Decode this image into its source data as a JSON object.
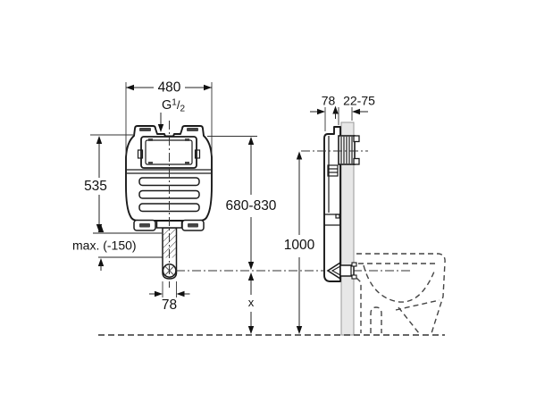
{
  "drawing": {
    "front": {
      "dim_width": "480",
      "inlet": {
        "prefix": "G",
        "numerator": "1",
        "slash": "/",
        "denominator": "2"
      },
      "dim_height": "535",
      "dim_max_cut": "max. (-150)",
      "dim_outlet_width": "78",
      "dim_install_height": "680-830",
      "dim_outlet_height": "x"
    },
    "side": {
      "dim_depth": "78",
      "dim_wall": "22-75",
      "dim_height": "1000"
    },
    "colors": {
      "line": "#1a1a1a",
      "wall_fill": "#e7e7e7",
      "ghost_line": "#444444"
    }
  }
}
